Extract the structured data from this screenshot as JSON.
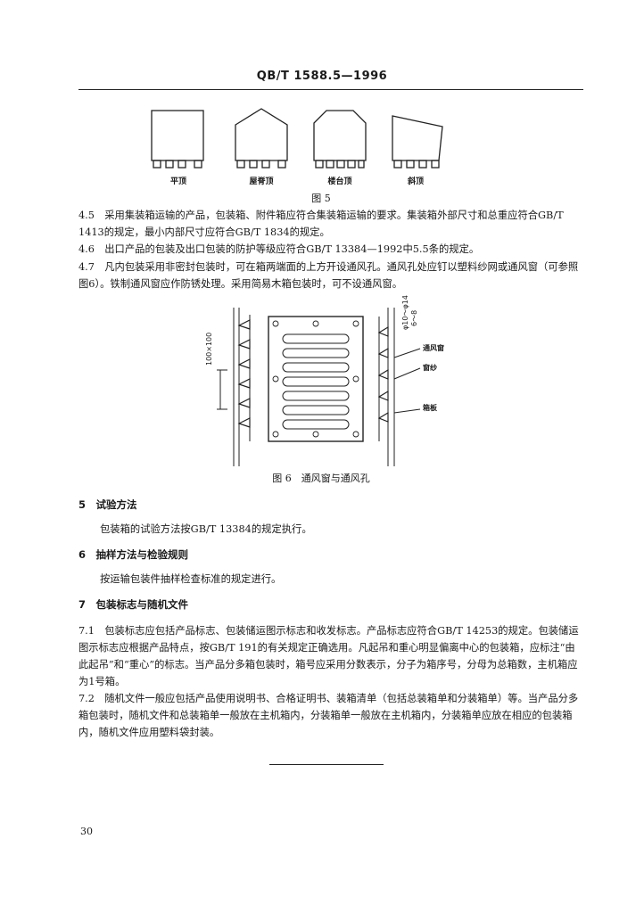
{
  "header": {
    "title": "QB/T 1588.5—1996"
  },
  "figure5": {
    "labels": [
      "平顶",
      "屋脊顶",
      "楼台顶",
      "斜顶"
    ],
    "caption": "图 5"
  },
  "paragraphs": {
    "p4_5": "4.5　采用集装箱运输的产品，包装箱、附件箱应符合集装箱运输的要求。集装箱外部尺寸和总重应符合GB/T 1413的规定，最小内部尺寸应符合GB/T 1834的规定。",
    "p4_6": "4.6　出口产品的包装及出口包装的防护等级应符合GB/T 13384—1992中5.5条的规定。",
    "p4_7": "4.7　凡内包装采用非密封包装时，可在箱两端面的上方开设通风孔。通风孔处应钉以塑料纱网或通风窗（可参照图6）。铁制通风窗应作防锈处理。采用简易木箱包装时，可不设通风窗。"
  },
  "figure6": {
    "caption": "图 6　通风窗与通风孔",
    "dim_label": "100×100",
    "dim_top": "φ10～φ14",
    "dim_sub": "6～8",
    "labels": [
      "通风窗",
      "窗纱",
      "箱板"
    ]
  },
  "sections": {
    "s5_title": "5　试验方法",
    "s5_body": "包装箱的试验方法按GB/T 13384的规定执行。",
    "s6_title": "6　抽样方法与检验规则",
    "s6_body": "按运输包装件抽样检查标准的规定进行。",
    "s7_title": "7　包装标志与随机文件",
    "p7_1": "7.1　包装标志应包括产品标志、包装储运图示标志和收发标志。产品标志应符合GB/T 14253的规定。包装储运图示标志应根据产品特点，按GB/T 191的有关规定正确选用。凡起吊和重心明显偏离中心的包装箱，应标注“由此起吊”和“重心”的标志。当产品分多箱包装时，箱号应采用分数表示，分子为箱序号，分母为总箱数，主机箱应为1号箱。",
    "p7_2": "7.2　随机文件一般应包括产品使用说明书、合格证明书、装箱清单（包括总装箱单和分装箱单）等。当产品分多箱包装时，随机文件和总装箱单一般放在主机箱内，分装箱单一般放在主机箱内，分装箱单应放在相应的包装箱内，随机文件应用塑料袋封装。"
  },
  "page_number": "30"
}
